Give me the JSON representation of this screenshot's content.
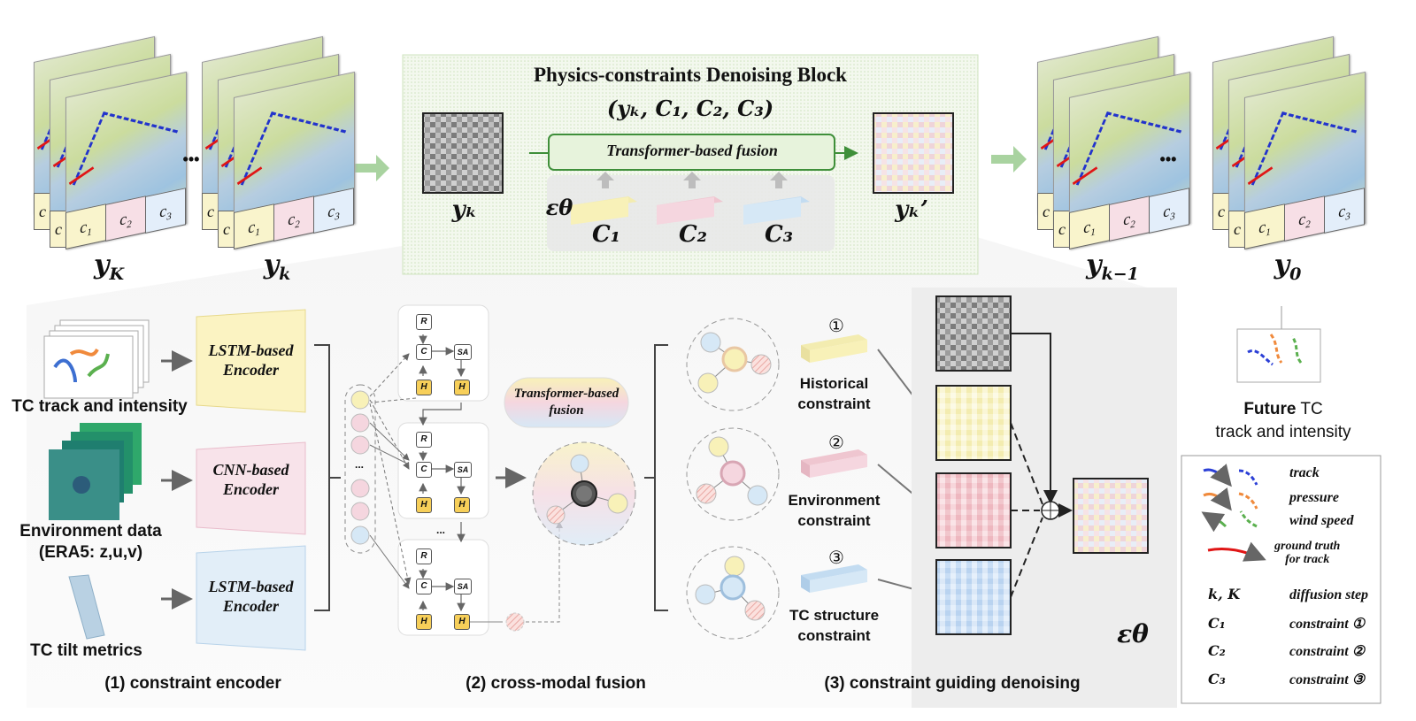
{
  "top": {
    "block_title": "Physics-constraints Denoising Block",
    "block_tuple": "(yₖ, C₁, C₂, C₃)",
    "fusion_label": "Transformer-based fusion",
    "eps": "εθ",
    "noise_in": "yₖ",
    "noise_out": "yₖ’",
    "c1": "C₁",
    "c2": "C₂",
    "c3": "C₃",
    "ellipsis": "•••",
    "stacks": [
      {
        "label": "yₖ",
        "var": "y",
        "sub": "K"
      },
      {
        "label": "yₖ",
        "var": "y",
        "sub": "k"
      },
      {
        "label": "yₖ₋₁",
        "var": "y",
        "sub": "k−1"
      },
      {
        "label": "y₀",
        "var": "y",
        "sub": "0"
      }
    ],
    "tabs": [
      "c1",
      "c2",
      "c3"
    ]
  },
  "encoder": {
    "inputs": [
      "TC track and intensity",
      "Environment data",
      "(ERA5: z,u,v)",
      "TC tilt metrics"
    ],
    "encoders": [
      {
        "line1": "LSTM-based",
        "line2": "Encoder",
        "color": "#fbf3c2"
      },
      {
        "line1": "CNN-based",
        "line2": "Encoder",
        "color": "#f8e3ea"
      },
      {
        "line1": "LSTM-based",
        "line2": "Encoder",
        "color": "#e2eef8"
      }
    ]
  },
  "fusion": {
    "pill": [
      "Transformer-based",
      "fusion"
    ],
    "ellipsis": "...",
    "cells": [
      "R",
      "C",
      "SA",
      "H"
    ]
  },
  "denoise": {
    "constraints": [
      {
        "num": "①",
        "line1": "Historical",
        "line2": "constraint"
      },
      {
        "num": "②",
        "line1": "Environment",
        "line2": "constraint"
      },
      {
        "num": "③",
        "line1": "TC structure",
        "line2": "constraint"
      }
    ],
    "eps": "εθ"
  },
  "future": {
    "bold": "Future",
    "rest": " TC",
    "line2": "track and intensity"
  },
  "legend": [
    {
      "key": "",
      "text": "track"
    },
    {
      "key": "",
      "text": "pressure"
    },
    {
      "key": "",
      "text": "wind speed"
    },
    {
      "key": "",
      "text": "ground truth\nfor track"
    },
    {
      "key": "k, K",
      "text": "diffusion step"
    },
    {
      "key": "C₁",
      "text": "constraint ①"
    },
    {
      "key": "C₂",
      "text": "constraint ②"
    },
    {
      "key": "C₃",
      "text": "constraint ③"
    }
  ],
  "captions": [
    "(1) constraint encoder",
    "(2) cross-modal fusion",
    "(3) constraint guiding denoising"
  ],
  "colors": {
    "yellow": "#f8f1b8",
    "pink": "#f5d6df",
    "blue": "#d6e8f6",
    "green_arrow": "#a9d3a0",
    "block_bg": "#eef6e6"
  }
}
